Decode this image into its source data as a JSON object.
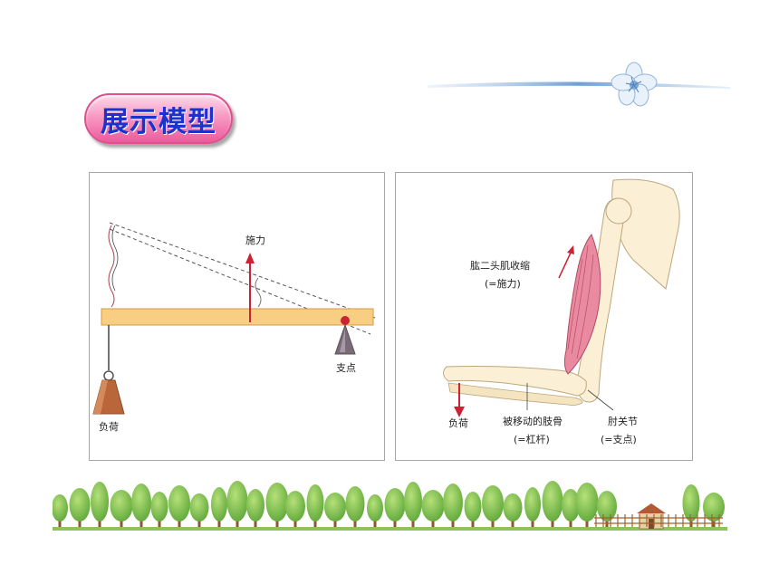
{
  "title": "展示模型",
  "lever_diagram": {
    "effort_label": "施力",
    "fulcrum_label": "支点",
    "load_label": "负荷"
  },
  "arm_diagram": {
    "muscle_label": "肱二头肌收缩",
    "muscle_note": "(=施力)",
    "load_label": "负荷",
    "bone_label": "被移动的肢骨",
    "bone_note": "(=杠杆)",
    "joint_label": "肘关节",
    "joint_note": "(=支点)"
  },
  "colors": {
    "title_text": "#1a33cc",
    "pill_pink": "#ec5b9d",
    "beam": "#f8cf82",
    "arrow_red": "#cc2233",
    "weight_brown": "#b9663a"
  }
}
